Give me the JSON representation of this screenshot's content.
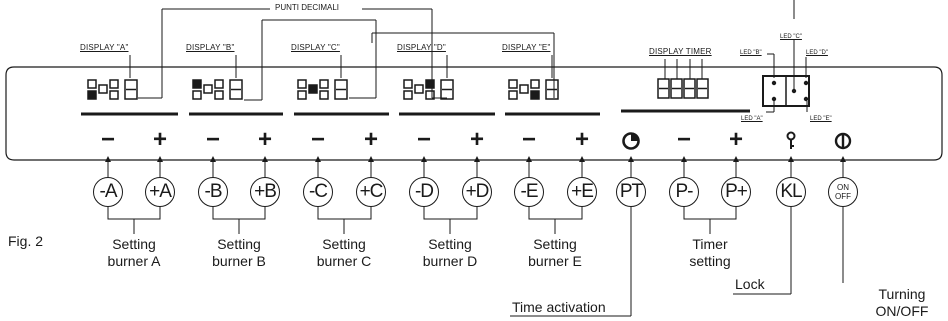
{
  "figure_label": "Fig. 2",
  "decimal_points_label": "PUNTI DECIMALI",
  "displays": [
    "DISPLAY \"A\"",
    "DISPLAY \"B\"",
    "DISPLAY \"C\"",
    "DISPLAY \"D\"",
    "DISPLAY \"E\""
  ],
  "display_timer_label": "DISPLAY TIMER",
  "leds": {
    "a": "LED \"A\"",
    "b": "LED \"B\"",
    "c": "LED \"C\"",
    "d": "LED \"D\"",
    "e": "LED \"E\""
  },
  "buttons": [
    {
      "id": "minus-a",
      "text": "-A"
    },
    {
      "id": "plus-a",
      "text": "+A"
    },
    {
      "id": "minus-b",
      "text": "-B"
    },
    {
      "id": "plus-b",
      "text": "+B"
    },
    {
      "id": "minus-c",
      "text": "-C"
    },
    {
      "id": "plus-c",
      "text": "+C"
    },
    {
      "id": "minus-d",
      "text": "-D"
    },
    {
      "id": "plus-d",
      "text": "+D"
    },
    {
      "id": "minus-e",
      "text": "-E"
    },
    {
      "id": "plus-e",
      "text": "+E"
    },
    {
      "id": "pt",
      "text": "PT"
    },
    {
      "id": "p-minus",
      "text": "P-"
    },
    {
      "id": "p-plus",
      "text": "P+"
    },
    {
      "id": "kl",
      "text": "KL"
    }
  ],
  "onoff_button": {
    "line1": "ON",
    "line2": "OFF"
  },
  "setting_captions": [
    {
      "line1": "Setting",
      "line2": "burner A"
    },
    {
      "line1": "Setting",
      "line2": "burner B"
    },
    {
      "line1": "Setting",
      "line2": "burner C"
    },
    {
      "line1": "Setting",
      "line2": "burner D"
    },
    {
      "line1": "Setting",
      "line2": "burner E"
    }
  ],
  "timer_caption": {
    "line1": "Timer",
    "line2": "setting"
  },
  "time_activation_label": "Time activation",
  "lock_label": "Lock",
  "turning_onoff": {
    "line1": "Turning",
    "line2": "ON/OFF"
  },
  "icons": {
    "timer": "clock-icon",
    "lock": "key-icon",
    "power": "power-icon"
  },
  "colors": {
    "ink": "#1a1a1a",
    "background": "#ffffff"
  }
}
